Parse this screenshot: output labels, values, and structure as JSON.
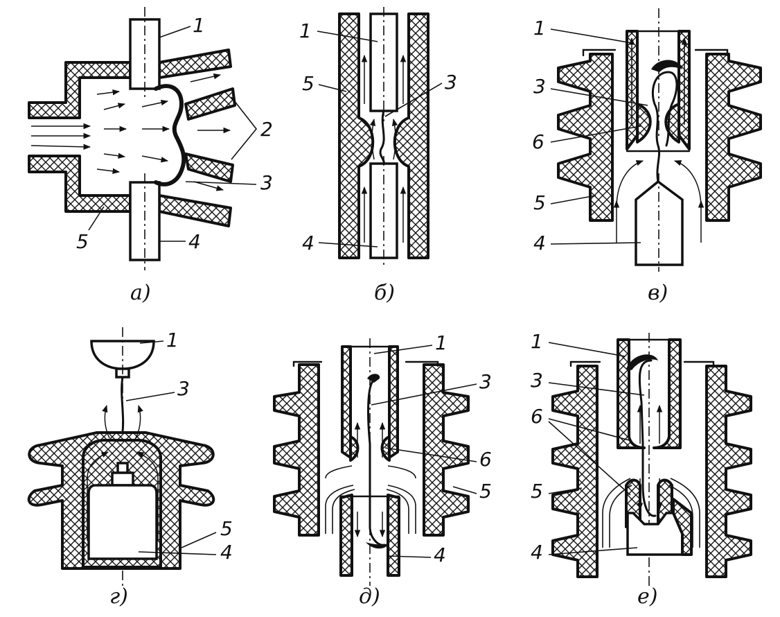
{
  "labels": {
    "n1": "1",
    "n2": "2",
    "n3": "3",
    "n4": "4",
    "n5": "5",
    "n6": "6"
  },
  "captions": {
    "a": "а)",
    "b": "б)",
    "v": "в)",
    "g": "г)",
    "d": "д)",
    "e": "е)"
  }
}
